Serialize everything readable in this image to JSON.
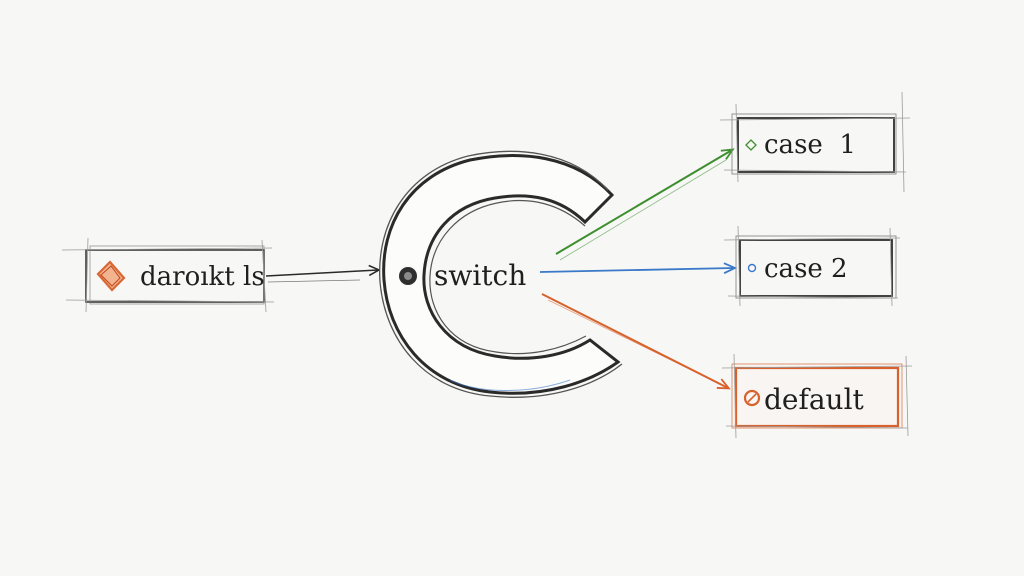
{
  "diagram": {
    "input_label": "daroıkt ls",
    "switch_label": "switch",
    "cases": [
      {
        "label": "case  1",
        "color": "#3d8f2e"
      },
      {
        "label": "case 2",
        "color": "#3a78c8"
      },
      {
        "label": "default",
        "color": "#d8612c"
      }
    ],
    "input_color": "#d8612c",
    "ink_color": "#2a2a2a"
  }
}
